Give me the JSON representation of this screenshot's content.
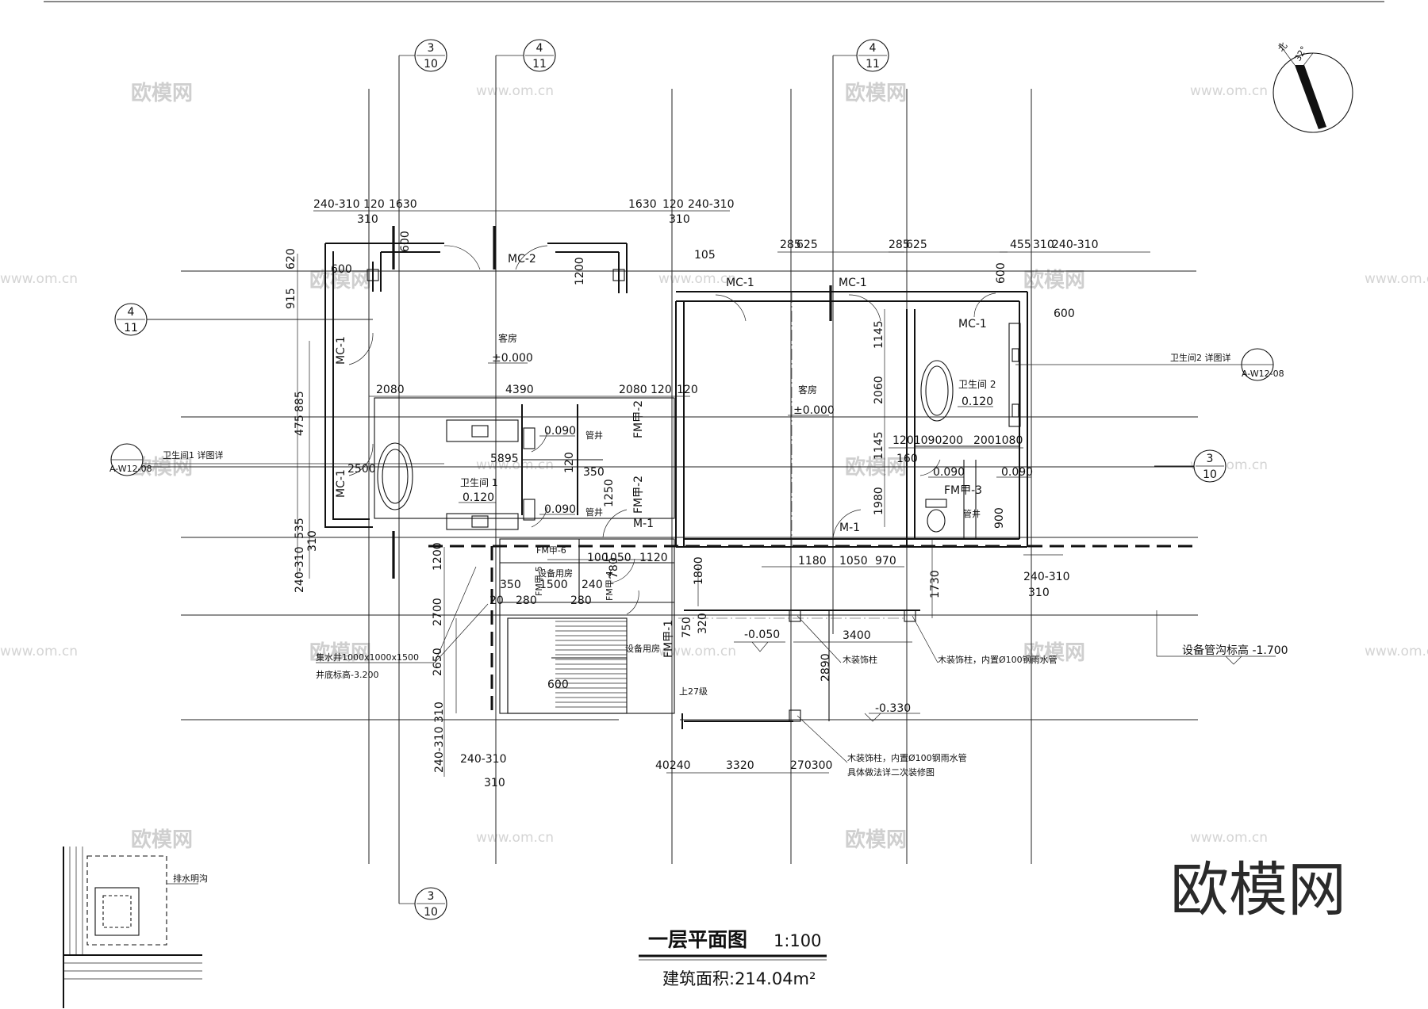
{
  "title": {
    "main": "一层平面图",
    "scale": "1:100",
    "area": "建筑面积:214.04m²"
  },
  "watermark": {
    "logo": "欧模网",
    "site": "www.om.cn",
    "corner": "欧模网"
  },
  "compass": {
    "north": "北",
    "angle": "32°"
  },
  "axis_bubbles": [
    {
      "top": "3",
      "bottom": "10"
    },
    {
      "top": "4",
      "bottom": "11"
    },
    {
      "top": "4",
      "bottom": "11"
    },
    {
      "top": "4",
      "bottom": "11"
    },
    {
      "top": "3",
      "bottom": "10"
    },
    {
      "top": "3",
      "bottom": "10"
    }
  ],
  "detail_refs": {
    "left": {
      "text": "卫生间1 详图详",
      "code": "A-W12-08"
    },
    "right": {
      "text": "卫生间2 详图详",
      "code": "A-W12-08"
    }
  },
  "rooms": {
    "guest1": "客房",
    "guest1_level": "±0.000",
    "guest2": "客房",
    "guest2_level": "±0.000",
    "bath1": "卫生间 1",
    "bath1_level": "0.120",
    "bath2": "卫生间 2",
    "bath2_level": "0.120",
    "equip1": "设备用房",
    "equip2": "设备用房",
    "shaft1": "管井",
    "shaft2": "管井",
    "shaft3": "管井"
  },
  "doors": {
    "mc2": "MC-2",
    "mc1a": "MC-1",
    "mc1b": "MC-1",
    "mc1c": "MC-1",
    "mc1d": "MC-1",
    "mc1e": "MC-1",
    "m1a": "M-1",
    "m1b": "M-1",
    "fm2a": "FM甲-2",
    "fm2b": "FM甲-2",
    "fm3": "FM甲-3",
    "fm1": "FM甲-1",
    "fm6": "FM甲-6",
    "fm4": "FM甲-4",
    "fm5": "FM甲-5"
  },
  "levels": {
    "l1": "0.090",
    "l2": "0.090",
    "l3": "0.090",
    "l4": "0.090",
    "l5": "-0.050",
    "l6": "-0.330",
    "l7": "设备管沟标高 -1.700",
    "stair": "上27级"
  },
  "notes": {
    "sump1": "集水井1000x1000x1500",
    "sump2": "井底标高-3.200",
    "column1": "木装饰柱",
    "column2": "木装饰柱，内置Ø100钢雨水管",
    "column3": "木装饰柱，内置Ø100钢雨水管",
    "column3b": "具体做法详二次装修图",
    "drain": "排水明沟"
  },
  "dims": {
    "top_l1": "240-310",
    "top_l2": "120",
    "top_l3": "1630",
    "top_l4": "310",
    "top_m1": "1630",
    "top_m2": "120",
    "top_m3": "240-310",
    "top_m4": "310",
    "top_r1": "285",
    "top_r2": "625",
    "top_r3": "285",
    "top_r4": "625",
    "top_r5": "455",
    "top_r6": "310",
    "top_r7": "240-310",
    "d600a": "600",
    "d600b": "600",
    "d600c": "600",
    "d600d": "600",
    "d600e": "600",
    "d105": "105",
    "d1200": "1200",
    "d2080a": "2080",
    "d4390": "4390",
    "d2080b": "2080",
    "d120a": "120",
    "d120b": "120",
    "d5895": "5895",
    "d2500": "2500",
    "d120c": "120",
    "d1250": "1250",
    "d350": "350",
    "d1145a": "1145",
    "d2060": "2060",
    "d1145b": "1145",
    "d1980": "1980",
    "d1201090": "1201090200",
    "d2001080": "2001080",
    "d160": "160",
    "d900": "900",
    "l620": "620",
    "l915": "915",
    "l885": "885",
    "l475": "475",
    "l535": "535",
    "l310": "310",
    "l240": "240-310",
    "l1100": "100",
    "l1050": "1050",
    "l1120": "1120",
    "l1180": "1180",
    "l1050b": "1050",
    "l970": "970",
    "l1800": "1800",
    "l1730": "1730",
    "l3400": "3400",
    "l2890": "2890",
    "l2650": "2650",
    "l3320": "3320",
    "l40240": "40240",
    "l270300": "270300",
    "l310b": "310",
    "l240b": "240-310",
    "l310c": "310",
    "l240c": "240-310",
    "l310d": "310",
    "l240d": "240-310",
    "l1500": "1500",
    "l280a": "280",
    "l280b": "280",
    "l350b": "350",
    "l20": "20",
    "l240e": "240",
    "l2700": "2700",
    "l1200b": "1200",
    "l780": "780",
    "l750": "750",
    "l320": "320"
  }
}
